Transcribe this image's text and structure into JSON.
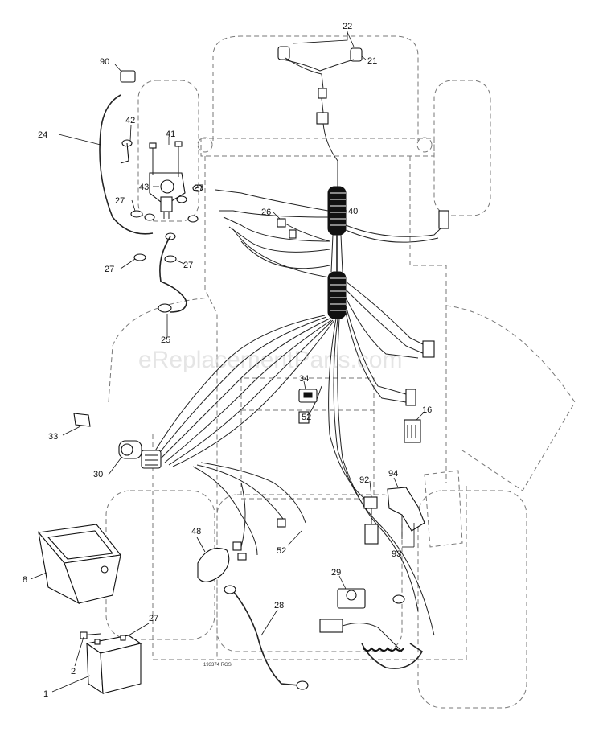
{
  "watermark": "eReplacementParts.com",
  "drawing_number": "193374 RGS",
  "callouts": [
    "22",
    "21",
    "90",
    "24",
    "42",
    "41",
    "43",
    "27",
    "27",
    "27",
    "27",
    "26",
    "40",
    "25",
    "34",
    "16",
    "33",
    "30",
    "52",
    "92",
    "94",
    "93",
    "48",
    "52",
    "8",
    "29",
    "28",
    "27",
    "2",
    "1"
  ]
}
